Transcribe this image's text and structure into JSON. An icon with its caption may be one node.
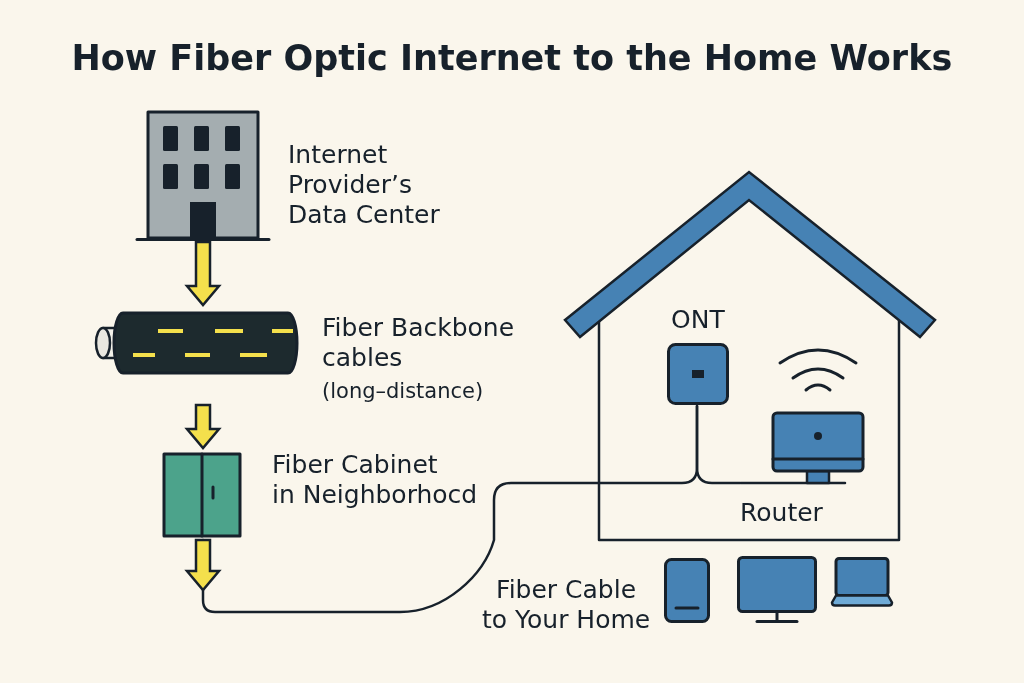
{
  "diagram": {
    "title": "How Fiber Optic Internet to the Home Works",
    "nodes": [
      {
        "text": [
          "Internet Provider’s Data Center"
        ]
      },
      {
        "text": [
          "Fiber Backbone cables",
          "(long–distance)"
        ]
      },
      {
        "text": [
          "Fiber Cabinet in Neighborhocd"
        ]
      },
      {
        "text": [],
        "shape": "house"
      },
      {
        "text": [
          "ONT"
        ],
        "in": 3
      },
      {
        "text": [
          "Router"
        ],
        "in": 3
      },
      {
        "text": [],
        "shape": "tablet"
      },
      {
        "text": [],
        "shape": "monitor"
      },
      {
        "text": [],
        "shape": "laptop"
      }
    ],
    "edges": [
      {
        "from": 0,
        "to": 1,
        "arrow": "to",
        "style": "thick",
        "color": "#f4e04c"
      },
      {
        "from": 1,
        "to": 2,
        "arrow": "to",
        "style": "thick",
        "color": "#f4e04c"
      },
      {
        "from": 2,
        "to": null,
        "arrow": "to",
        "style": "thick",
        "color": "#f4e04c"
      },
      {
        "from": 2,
        "to": 4,
        "arrow": "none",
        "label": "Fiber Cable to Your Home"
      },
      {
        "from": 4,
        "to": 5,
        "arrow": "none"
      }
    ]
  }
}
